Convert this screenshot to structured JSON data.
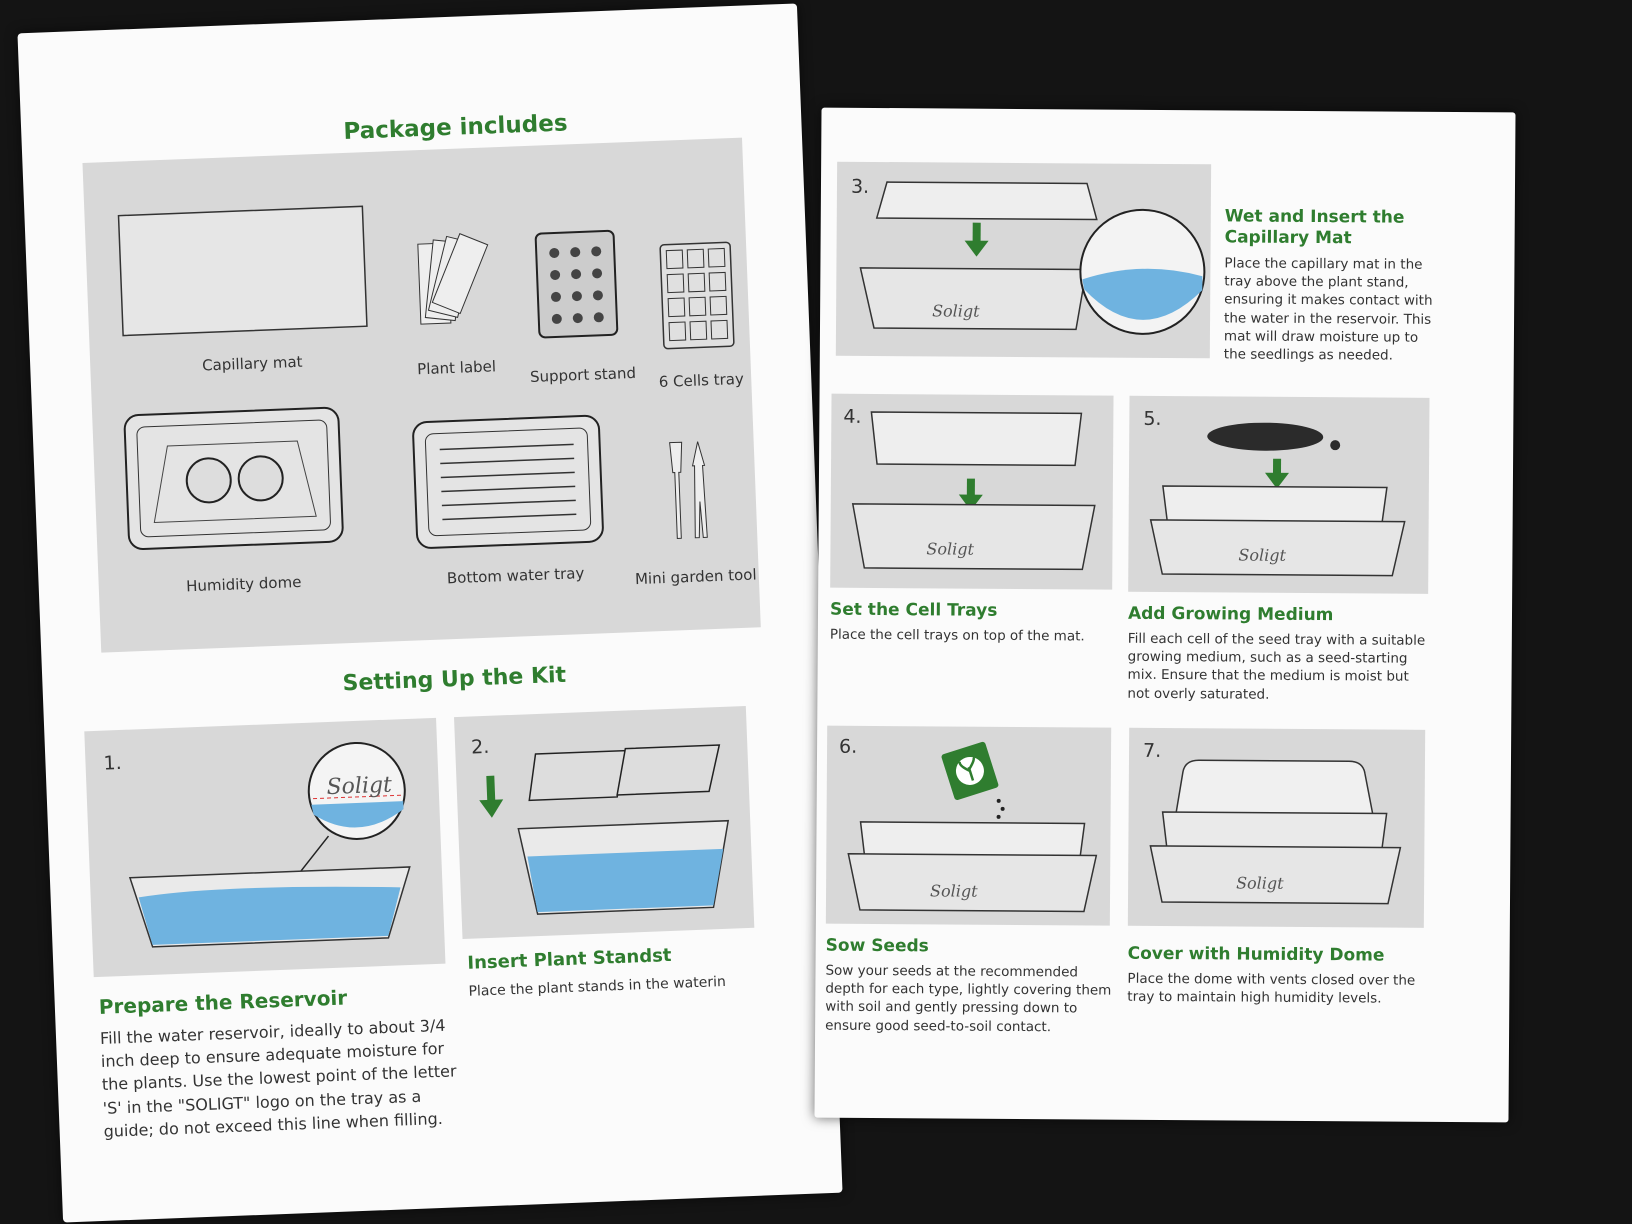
{
  "left_page": {
    "package_title": "Package includes",
    "items": [
      {
        "label": "Capillary mat"
      },
      {
        "label": "Plant label"
      },
      {
        "label": "Support stand"
      },
      {
        "label": "6 Cells tray"
      },
      {
        "label": "Humidity dome"
      },
      {
        "label": "Bottom water tray"
      },
      {
        "label": "Mini garden tool"
      }
    ],
    "setup_title": "Setting Up the Kit",
    "steps": [
      {
        "number": "1.",
        "title": "Prepare the Reservoir",
        "text": "Fill the water reservoir, ideally to about 3/4 inch deep to ensure adequate moisture for the plants. Use the lowest point of the letter 'S' in the \"SOLIGT\" logo on the tray as a guide; do not exceed this line when filling."
      },
      {
        "number": "2.",
        "title": "Insert Plant Standst",
        "text": "Place the plant stands in the waterin"
      }
    ]
  },
  "right_page": {
    "steps": [
      {
        "number": "3.",
        "title": "Wet and Insert the Capillary Mat",
        "text": "Place the capillary mat in the tray above the plant stand, ensuring it makes contact with the water in the reservoir. This mat will draw moisture up to the seedlings as needed."
      },
      {
        "number": "4.",
        "title": "Set the Cell Trays",
        "text": "Place the cell trays on top of the mat."
      },
      {
        "number": "5.",
        "title": "Add Growing Medium",
        "text": "Fill each cell of the seed tray with a suitable growing medium, such as a seed-starting mix. Ensure that the medium is moist but not overly saturated."
      },
      {
        "number": "6.",
        "title": "Sow Seeds",
        "text": "Sow your seeds at the recommended depth for each type, lightly covering them with soil and gently pressing down to ensure good seed-to-soil contact."
      },
      {
        "number": "7.",
        "title": "Cover with Humidity Dome",
        "text": "Place the dome with vents closed over the tray to maintain high humidity levels."
      }
    ]
  },
  "brand_logo": "Soligt",
  "colors": {
    "accent": "#2f7d2f",
    "water": "#6fb3e0",
    "panel": "#d8d8d8",
    "page": "#fbfbfb",
    "background": "#141414"
  }
}
